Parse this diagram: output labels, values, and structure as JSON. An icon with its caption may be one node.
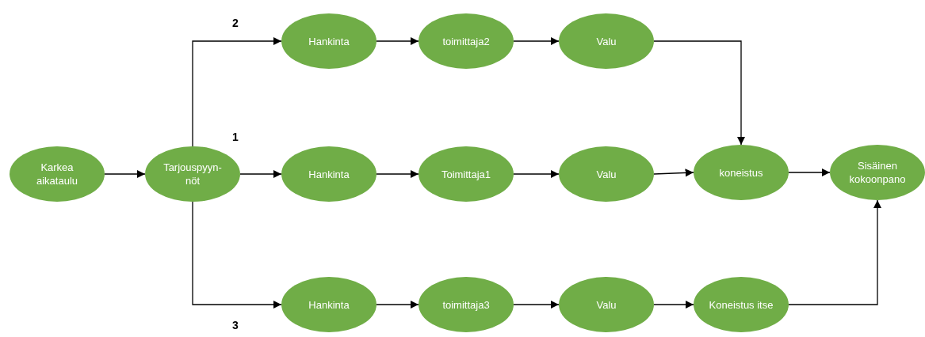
{
  "diagram": {
    "nodes": [
      {
        "text": [
          "Karkea aikataulu"
        ]
      },
      {
        "text": [
          "Tarjouspyyn- nöt"
        ]
      },
      {
        "text": [
          "Hankinta"
        ]
      },
      {
        "text": [
          "toimittaja2"
        ]
      },
      {
        "text": [
          "Valu"
        ]
      },
      {
        "text": [
          "Hankinta"
        ]
      },
      {
        "text": [
          "Toimittaja1"
        ]
      },
      {
        "text": [
          "Valu"
        ]
      },
      {
        "text": [
          "koneistus"
        ]
      },
      {
        "text": [
          "Sisäinen kokoonpano"
        ]
      },
      {
        "text": [
          "Hankinta"
        ]
      },
      {
        "text": [
          "toimittaja3"
        ]
      },
      {
        "text": [
          "Valu"
        ]
      },
      {
        "text": [
          "Koneistus itse"
        ]
      }
    ],
    "edges": [
      {
        "from": 0,
        "to": 1,
        "arrow": "to"
      },
      {
        "from": 1,
        "to": 2,
        "arrow": "to"
      },
      {
        "from": 1,
        "to": 5,
        "arrow": "to"
      },
      {
        "from": 1,
        "to": 10,
        "arrow": "to"
      },
      {
        "from": 2,
        "to": 3,
        "arrow": "to"
      },
      {
        "from": 3,
        "to": 4,
        "arrow": "to"
      },
      {
        "from": 4,
        "to": 8,
        "arrow": "to"
      },
      {
        "from": 5,
        "to": 6,
        "arrow": "to"
      },
      {
        "from": 6,
        "to": 7,
        "arrow": "to"
      },
      {
        "from": 7,
        "to": 8,
        "arrow": "to"
      },
      {
        "from": 8,
        "to": 9,
        "arrow": "to"
      },
      {
        "from": 10,
        "to": 11,
        "arrow": "to"
      },
      {
        "from": 11,
        "to": 12,
        "arrow": "to"
      },
      {
        "from": 12,
        "to": 13,
        "arrow": "to"
      },
      {
        "from": 13,
        "to": 9,
        "arrow": "to"
      }
    ],
    "labels": [
      "2",
      "1",
      "3"
    ]
  }
}
